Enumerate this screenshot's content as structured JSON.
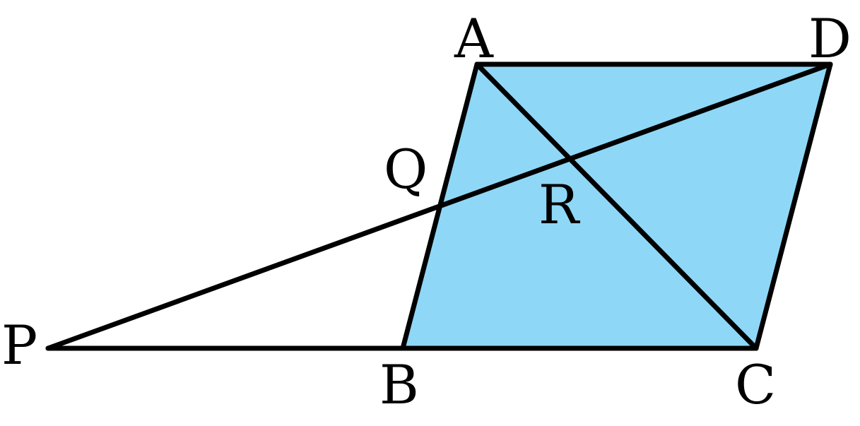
{
  "diagram": {
    "fill_color": "#8fd7f7",
    "stroke_color": "#000000",
    "labels": {
      "A": "A",
      "B": "B",
      "C": "C",
      "D": "D",
      "P": "P",
      "Q": "Q",
      "R": "R"
    }
  }
}
